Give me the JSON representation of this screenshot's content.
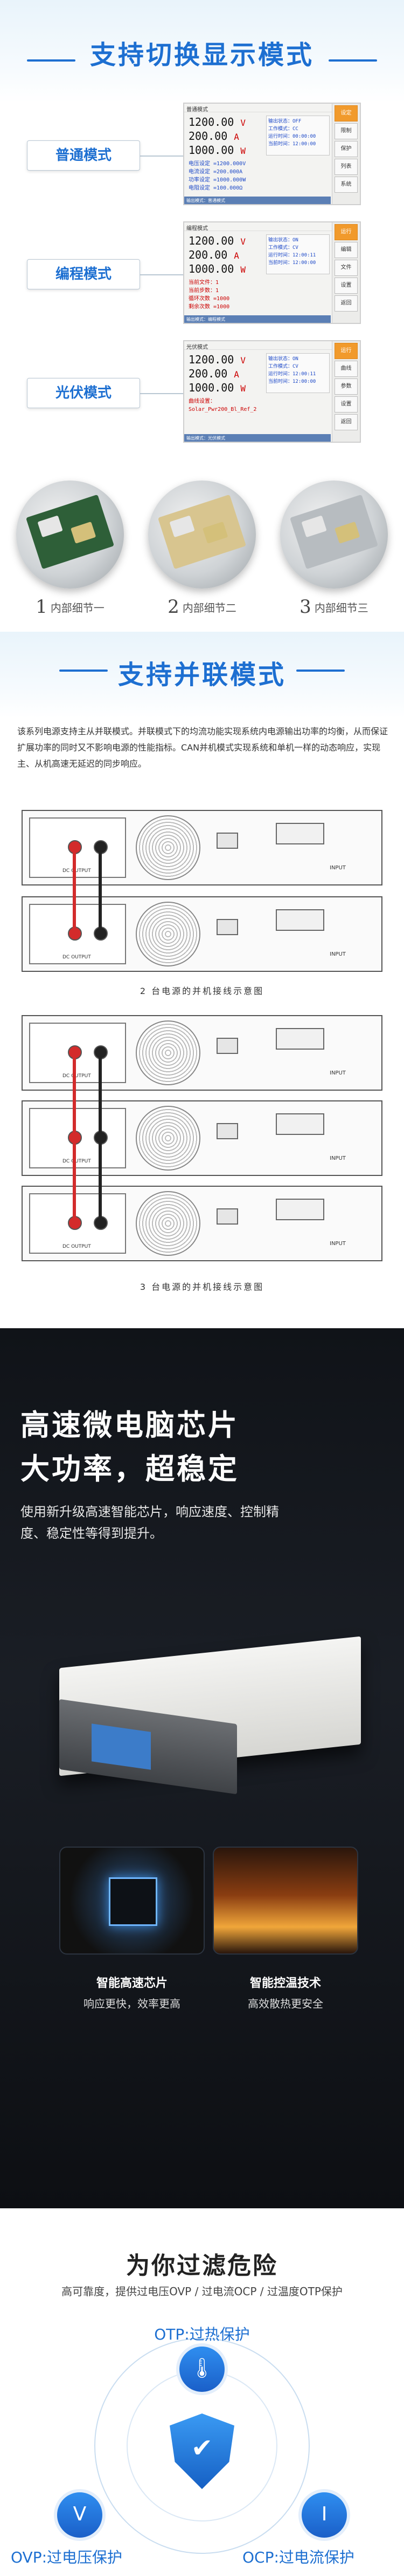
{
  "section_modes": {
    "title": "支持切换显示模式",
    "rows": [
      {
        "label": "普通模式",
        "screen": {
          "header": "普通模式",
          "readouts": [
            "1200.00",
            "200.00",
            "1000.00"
          ],
          "units": [
            "V",
            "A",
            "W"
          ],
          "info": [
            "输出状态：OFF",
            "工作模式：CC",
            "运行时间：00:00:00",
            "当前时间：12:00:00"
          ],
          "lower": [
            "电压设定 =1200.000V",
            "电流设定 =200.000A",
            "功率设定 =1000.000W",
            "电阻设定 =100.000Ω"
          ],
          "footer": "输出模式：普通模式",
          "side": [
            "设定",
            "限制",
            "保护",
            "列表",
            "系统"
          ]
        }
      },
      {
        "label": "编程模式",
        "screen": {
          "header": "编程模式",
          "readouts": [
            "1200.00",
            "200.00",
            "1000.00"
          ],
          "units": [
            "V",
            "A",
            "W"
          ],
          "info": [
            "输出状态：ON",
            "工作模式：CV",
            "运行时间：12:00:11",
            "当前时间：12:00:00"
          ],
          "lower": [
            "当前文件：1",
            "当前步数：1",
            "循环次数 =1000",
            "剩余次数 =1000"
          ],
          "footer": "输出模式：编程模式",
          "side": [
            "运行",
            "编辑",
            "文件",
            "设置",
            "返回"
          ]
        }
      },
      {
        "label": "光伏模式",
        "screen": {
          "header": "光伏模式",
          "readouts": [
            "1200.00",
            "200.00",
            "1000.00"
          ],
          "units": [
            "V",
            "A",
            "W"
          ],
          "info": [
            "输出状态：ON",
            "工作模式：CV",
            "运行时间：12:00:11",
            "当前时间：12:00:00"
          ],
          "lower": [
            "曲线设置：",
            "Solar_Pwr200_Bl_Ref_2"
          ],
          "footer": "输出模式：光伏模式",
          "side": [
            "运行",
            "曲线",
            "参数",
            "设置",
            "返回"
          ]
        }
      }
    ]
  },
  "details": [
    {
      "num": "1",
      "label": "内部细节一"
    },
    {
      "num": "2",
      "label": "内部细节二"
    },
    {
      "num": "3",
      "label": "内部细节三"
    }
  ],
  "section_parallel": {
    "title": "支持并联模式",
    "text": "该系列电源支持主从并联模式。并联模式下的均流功能实现系统内电源输出功率的均衡，从而保证扩展功率的同时又不影响电源的性能指标。CAN并机模式实现系统和单机一样的动态响应，实现主、从机高速无延迟的同步响应。",
    "unit_label": "DC OUTPUT",
    "input_label": "INPUT",
    "caption_2": "2 台电源的并机接线示意图",
    "caption_3": "3 台电源的并机接线示意图"
  },
  "section_chip": {
    "title1": "高速微电脑芯片",
    "title2": "大功率，超稳定",
    "text": "使用新升级高速智能芯片，响应速度、控制精度、稳定性等得到提升。",
    "features": [
      {
        "title": "智能高速芯片",
        "sub": "响应更快，效率更高"
      },
      {
        "title": "智能控温技术",
        "sub": "高效散热更安全"
      }
    ]
  },
  "section_protection": {
    "title": "为你过滤危险",
    "sub": "高可靠度，提供过电压OVP / 过电流OCP / 过温度OTP保护",
    "otp": "OTP:过热保护",
    "ovp": "OVP:过电压保护",
    "ocp": "OCP:过电流保护",
    "icons": {
      "otp": "thermometer-icon",
      "ovp": "voltage-icon",
      "ocp": "current-icon",
      "center": "shield-check-icon"
    }
  },
  "colors": {
    "accent": "#1d6fd1",
    "active_key": "#f19a2c",
    "dark_bg": "#101318",
    "wire_red": "#d32b2b"
  }
}
